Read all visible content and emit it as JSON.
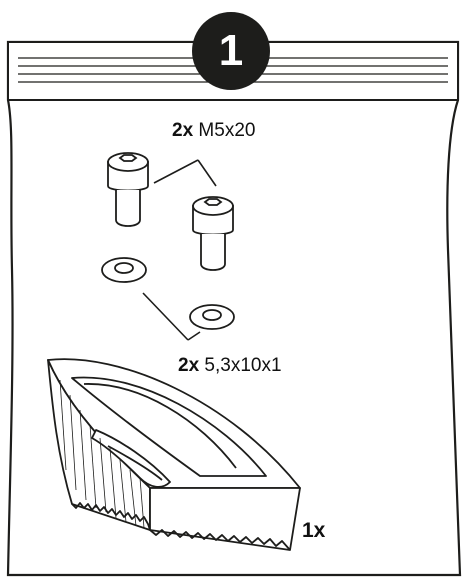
{
  "step": {
    "number": "1"
  },
  "items": [
    {
      "qty": "2x",
      "spec": "M5x20"
    },
    {
      "qty": "2x",
      "spec": "5,3x10x1"
    },
    {
      "qty": "1x",
      "spec": ""
    }
  ]
}
